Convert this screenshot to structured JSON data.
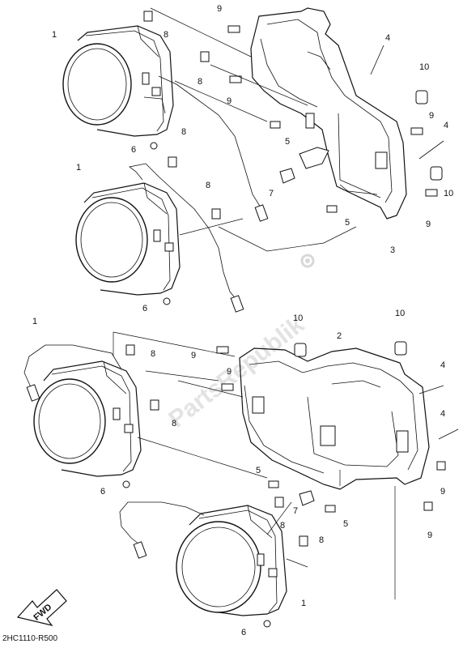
{
  "diagram": {
    "code": "2HC1110-R500",
    "watermark": "PartsRepublik",
    "fwd_label": "FWD",
    "callouts": [
      {
        "id": "c1a",
        "label": "1"
      },
      {
        "id": "c8a",
        "label": "8"
      },
      {
        "id": "c9a",
        "label": "9"
      },
      {
        "id": "c4a",
        "label": "4"
      },
      {
        "id": "c10a",
        "label": "10"
      },
      {
        "id": "c8b",
        "label": "8"
      },
      {
        "id": "c9b",
        "label": "9"
      },
      {
        "id": "c5a",
        "label": "5"
      },
      {
        "id": "c9c",
        "label": "9"
      },
      {
        "id": "c4b",
        "label": "4"
      },
      {
        "id": "c6a",
        "label": "6"
      },
      {
        "id": "c8c",
        "label": "8"
      },
      {
        "id": "c1b",
        "label": "1"
      },
      {
        "id": "c7a",
        "label": "7"
      },
      {
        "id": "c8d",
        "label": "8"
      },
      {
        "id": "c10b",
        "label": "10"
      },
      {
        "id": "c5b",
        "label": "5"
      },
      {
        "id": "c9d",
        "label": "9"
      },
      {
        "id": "c3",
        "label": "3"
      },
      {
        "id": "c6b",
        "label": "6"
      },
      {
        "id": "c1c",
        "label": "1"
      },
      {
        "id": "c10c",
        "label": "10"
      },
      {
        "id": "c10d",
        "label": "10"
      },
      {
        "id": "c2",
        "label": "2"
      },
      {
        "id": "c8e",
        "label": "8"
      },
      {
        "id": "c9e",
        "label": "9"
      },
      {
        "id": "c9f",
        "label": "9"
      },
      {
        "id": "c4c",
        "label": "4"
      },
      {
        "id": "c8f",
        "label": "8"
      },
      {
        "id": "c4d",
        "label": "4"
      },
      {
        "id": "c5c",
        "label": "5"
      },
      {
        "id": "c9g",
        "label": "9"
      },
      {
        "id": "c6c",
        "label": "6"
      },
      {
        "id": "c8g",
        "label": "8"
      },
      {
        "id": "c7b",
        "label": "7"
      },
      {
        "id": "c5d",
        "label": "5"
      },
      {
        "id": "c9h",
        "label": "9"
      },
      {
        "id": "c8h",
        "label": "8"
      },
      {
        "id": "c1d",
        "label": "1"
      },
      {
        "id": "c6d",
        "label": "6"
      }
    ]
  }
}
